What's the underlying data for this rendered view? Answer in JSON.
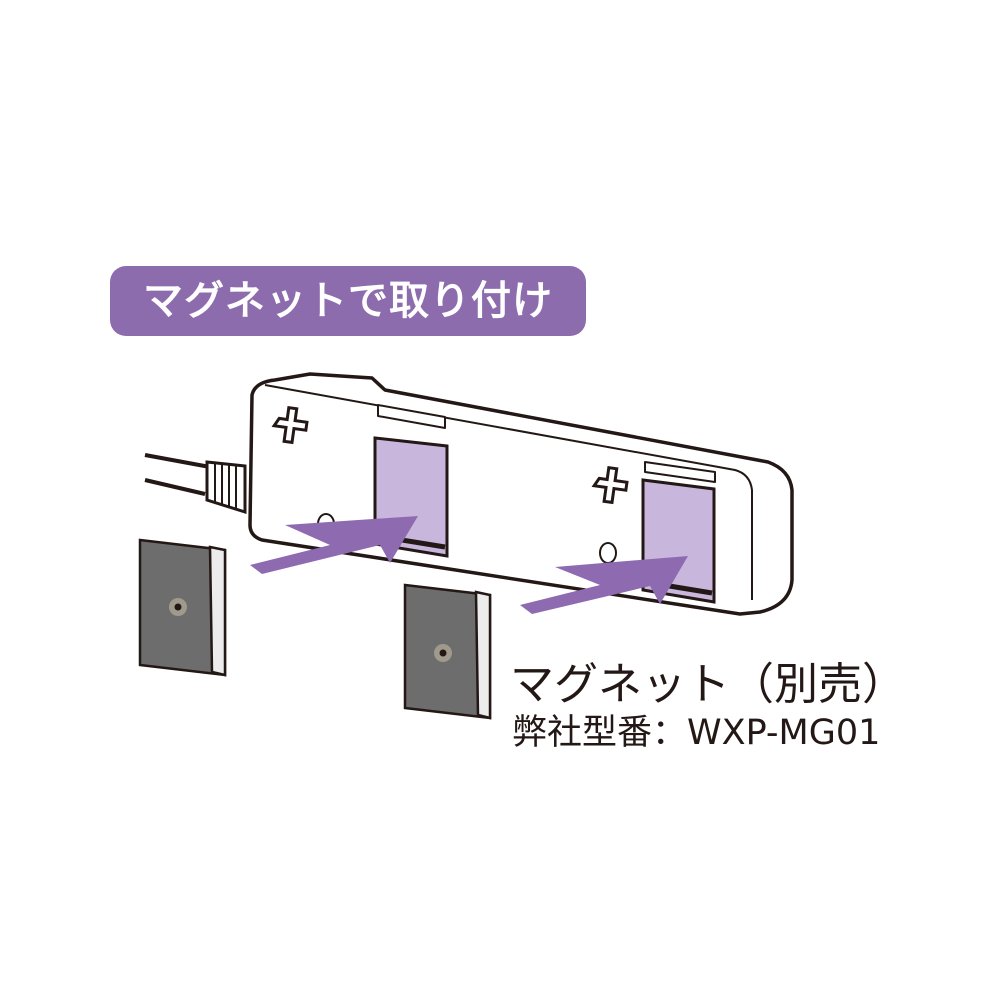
{
  "badge": {
    "text": "マグネットで取り付け",
    "color": "#8d6cae"
  },
  "product_label": {
    "name": "マグネット（別売）",
    "model": "弊社型番：WXP-MG01"
  },
  "colors": {
    "arrow": "#8e6bb0",
    "slot": "#c9b6dc",
    "magnet": "#6d6d6d"
  }
}
